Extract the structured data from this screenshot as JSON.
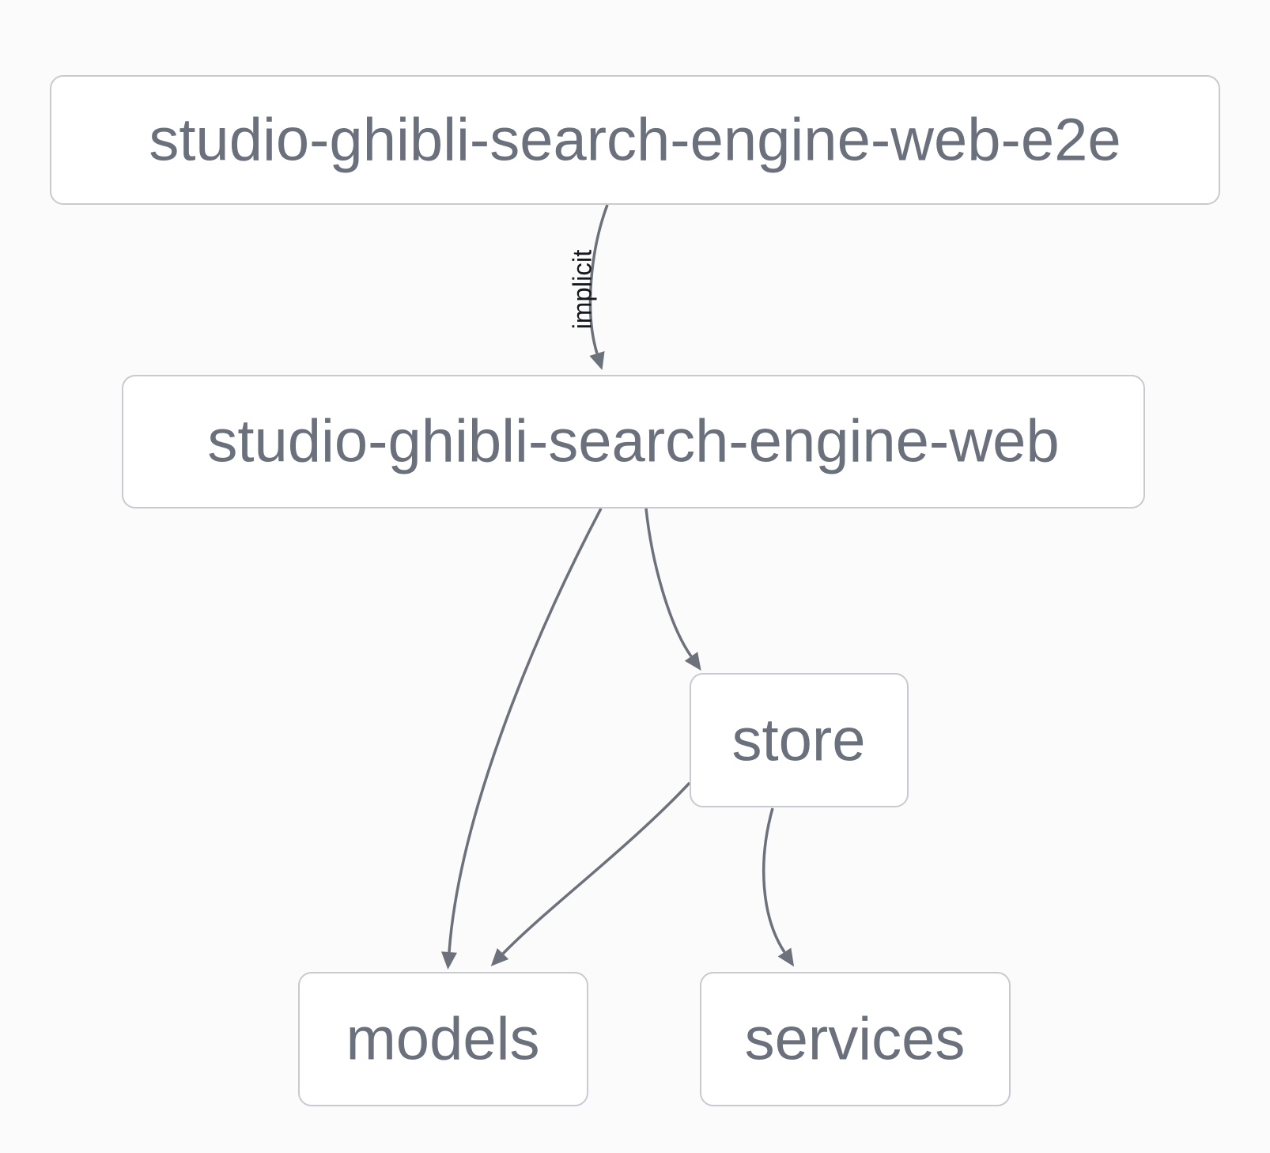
{
  "diagram": {
    "type": "dependency-graph",
    "nodes": [
      {
        "id": "studio-ghibli-search-engine-web-e2e",
        "label": "studio-ghibli-search-engine-web-e2e"
      },
      {
        "id": "studio-ghibli-search-engine-web",
        "label": "studio-ghibli-search-engine-web"
      },
      {
        "id": "store",
        "label": "store"
      },
      {
        "id": "models",
        "label": "models"
      },
      {
        "id": "services",
        "label": "services"
      }
    ],
    "edges": [
      {
        "from": "studio-ghibli-search-engine-web-e2e",
        "to": "studio-ghibli-search-engine-web",
        "label": "implicit"
      },
      {
        "from": "studio-ghibli-search-engine-web",
        "to": "models"
      },
      {
        "from": "studio-ghibli-search-engine-web",
        "to": "store"
      },
      {
        "from": "store",
        "to": "models"
      },
      {
        "from": "store",
        "to": "services"
      }
    ],
    "colors": {
      "background": "#fbfbfb",
      "node_fill": "#ffffff",
      "node_border": "#c9cad0",
      "node_text": "#6b707d",
      "edge": "#6d717c",
      "edge_label_text": "#16181d"
    }
  }
}
